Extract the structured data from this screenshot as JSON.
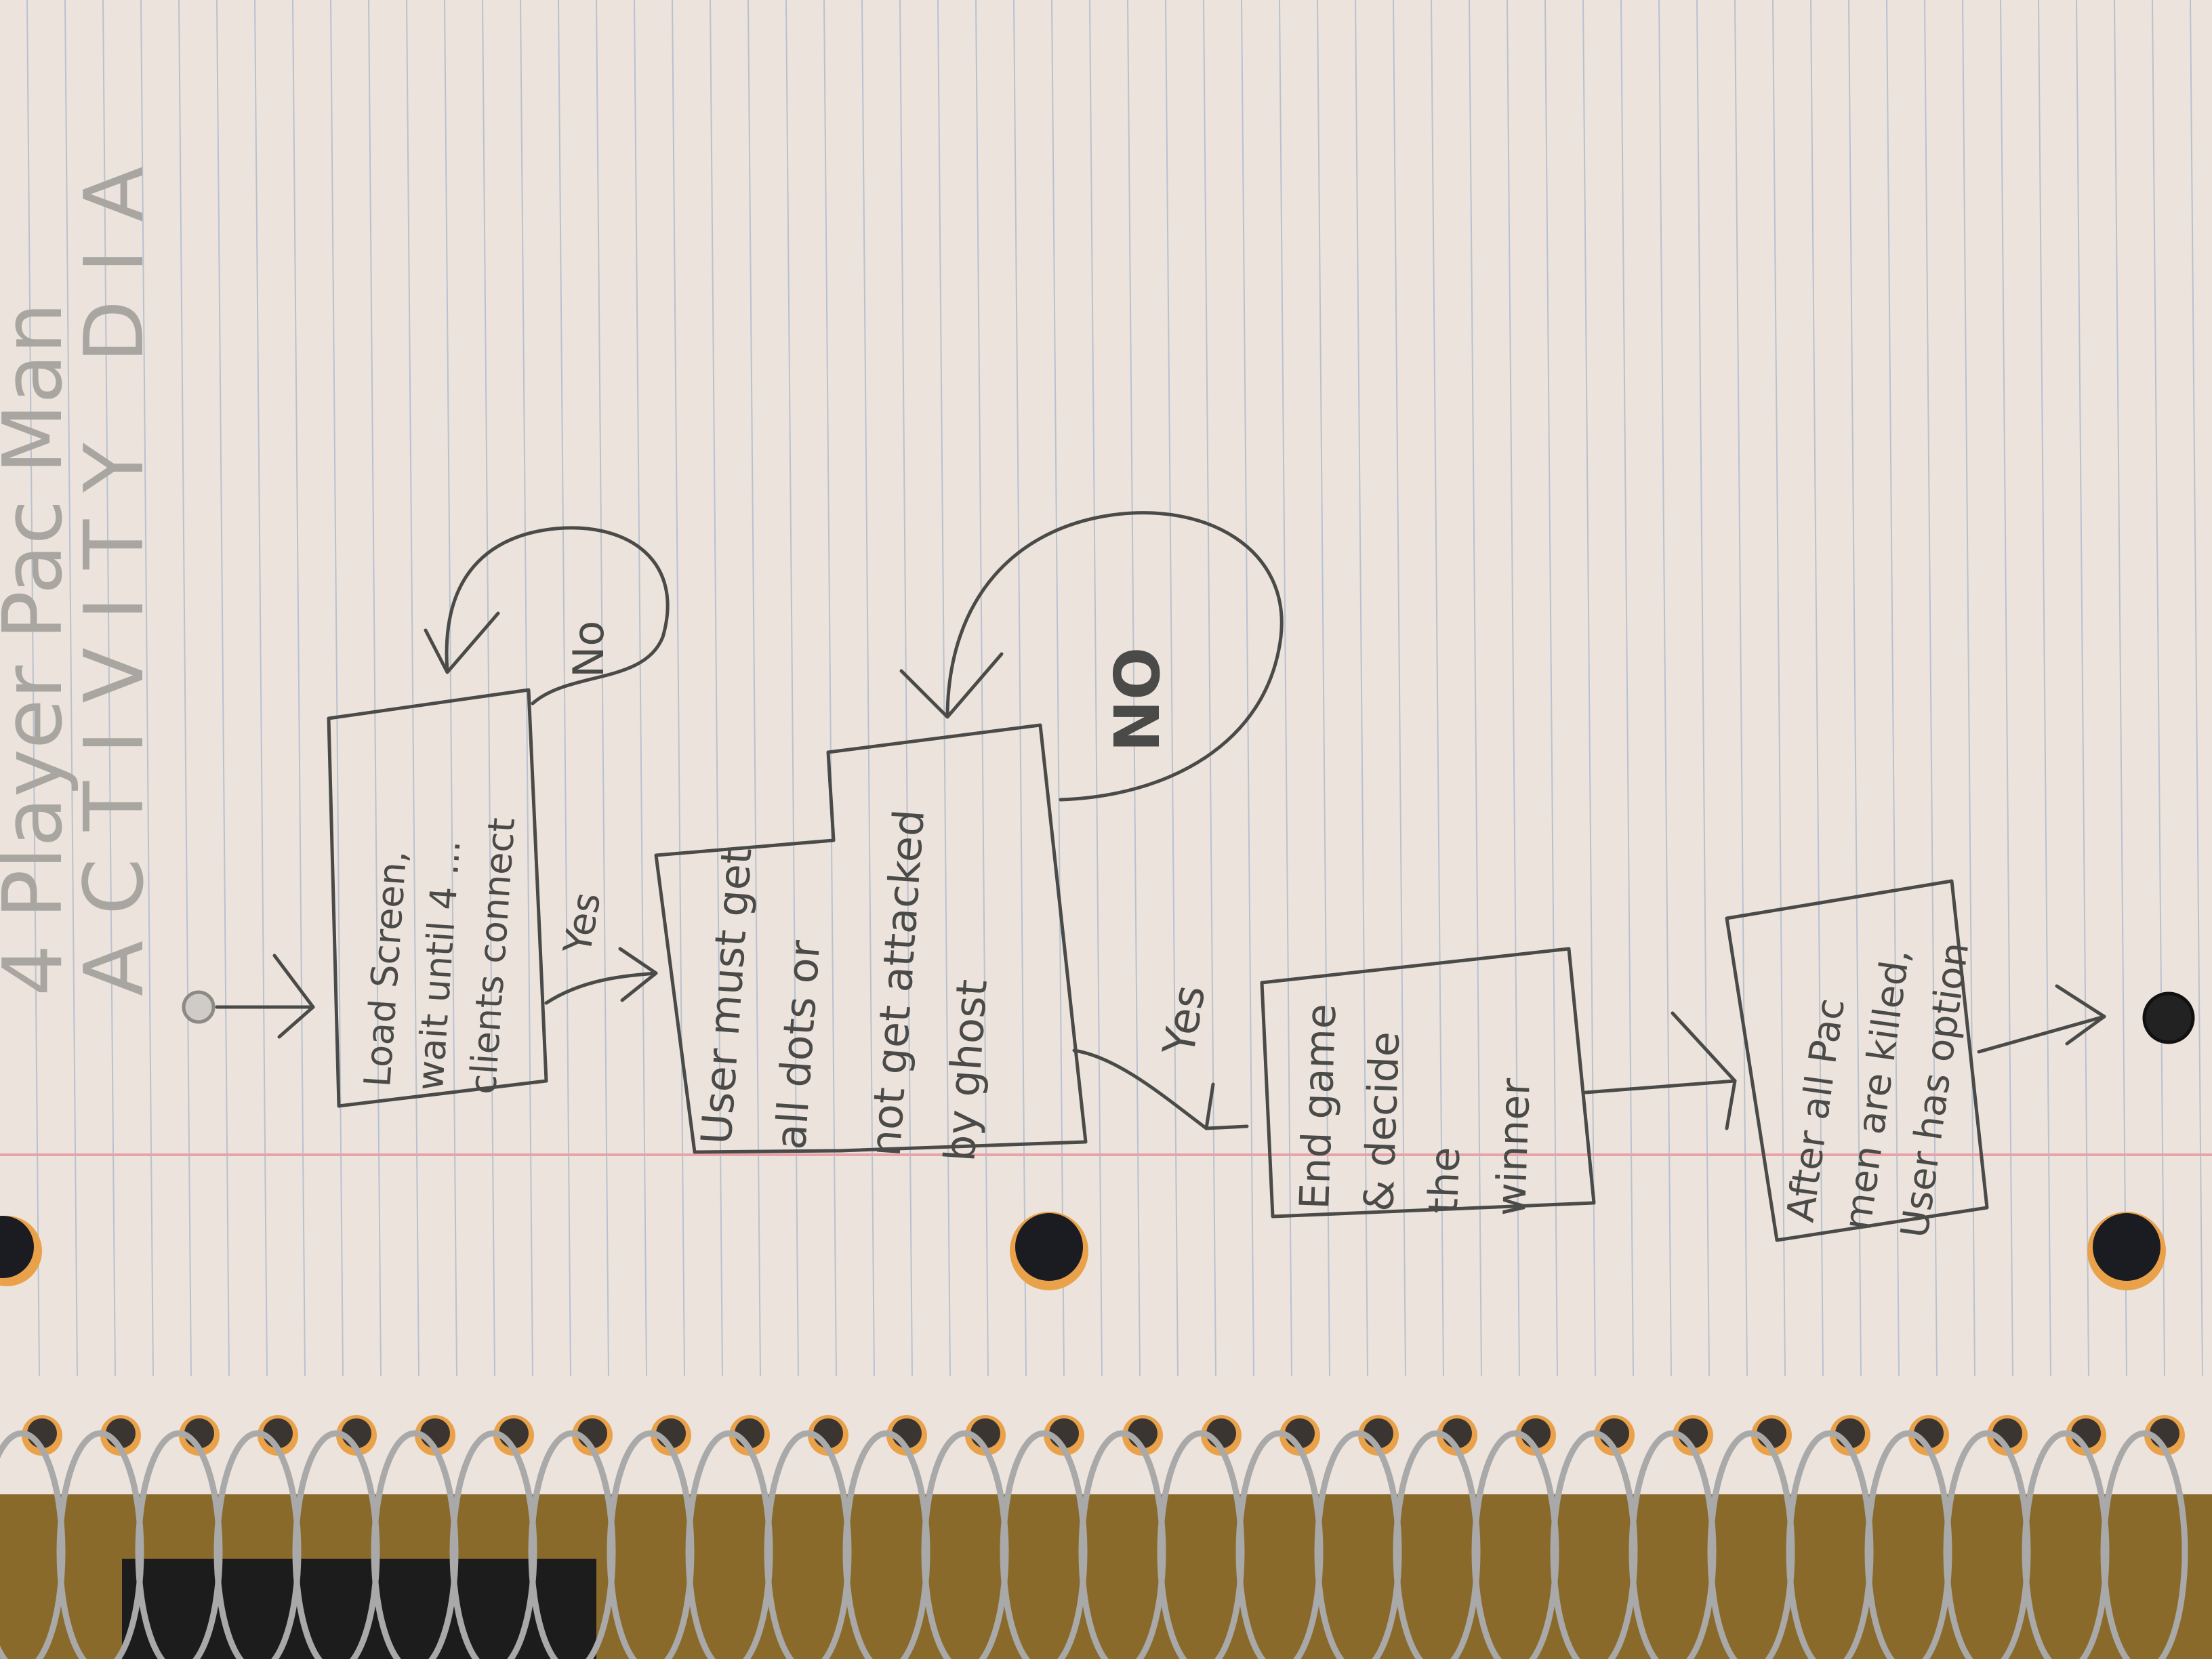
{
  "title": {
    "line1": "4 Player Pac Man",
    "line2": "ACTIVITY DIA"
  },
  "nodes": {
    "load": {
      "lines": [
        "Load Screen,",
        "wait until 4 ...",
        "clients connect"
      ]
    },
    "play": {
      "lines": [
        "User must get",
        "all dots or",
        "not get attacked",
        "by ghost"
      ]
    },
    "end": {
      "lines": [
        "End game",
        "& decide",
        "the",
        "winner"
      ]
    },
    "after": {
      "lines": [
        "After all Pac",
        "men are killed,",
        "User has option"
      ]
    }
  },
  "edges": {
    "load_no": "No",
    "load_yes": "Yes",
    "play_no": "NO",
    "play_yes": "Yes"
  },
  "colors": {
    "paper": "#ece3dc",
    "rule_line": "#b8c2cf",
    "margin_line": "#e7a3a8",
    "ink": "#4a4a48",
    "faded_ink": "#a9a6a2",
    "spiral": "#a9a9a9",
    "ring_hole": "#e9a24a",
    "desk": "#8a6a2b"
  }
}
